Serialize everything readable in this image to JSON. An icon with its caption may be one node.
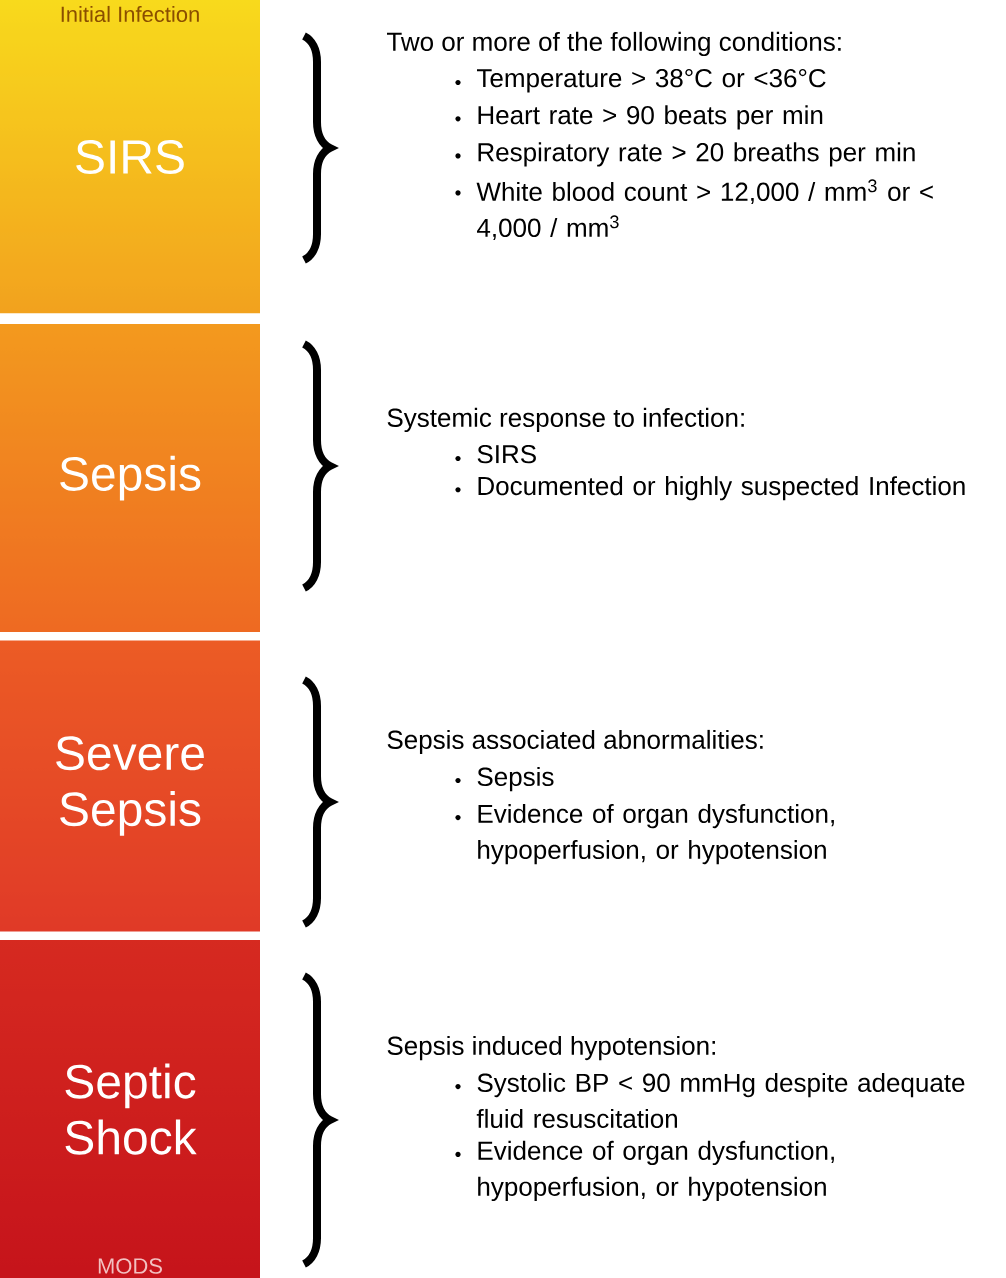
{
  "diagram": {
    "nodes": [
      {
        "text": [
          "SIRS"
        ],
        "beside": [
          "Two or more of the following conditions:",
          "Temperature > 38°C or <36°C",
          "Heart rate > 90 beats per min",
          "Respiratory rate > 20 breaths per min",
          "White blood count > 12,000 / mm$^{3}$ or < 4,000 / mm$^{3}$"
        ]
      },
      {
        "text": [
          "Sepsis"
        ],
        "beside": [
          "Systemic response to infection:",
          "SIRS",
          "Documented or highly suspected Infection"
        ]
      },
      {
        "text": [
          "Severe Sepsis"
        ],
        "beside": [
          "Sepsis associated abnormalities:",
          "Sepsis",
          "Evidence of organ dysfunction, hypoperfusion, or hypotension"
        ]
      },
      {
        "text": [
          "Septic Shock"
        ],
        "beside": [
          "Sepsis induced hypotension:",
          "Systolic BP < 90 mmHg despite adequate fluid resuscitation",
          "Evidence of organ dysfunction, hypoperfusion, or hypotension"
        ]
      }
    ],
    "labels": [
      "Initial Infection",
      "MODS"
    ]
  }
}
